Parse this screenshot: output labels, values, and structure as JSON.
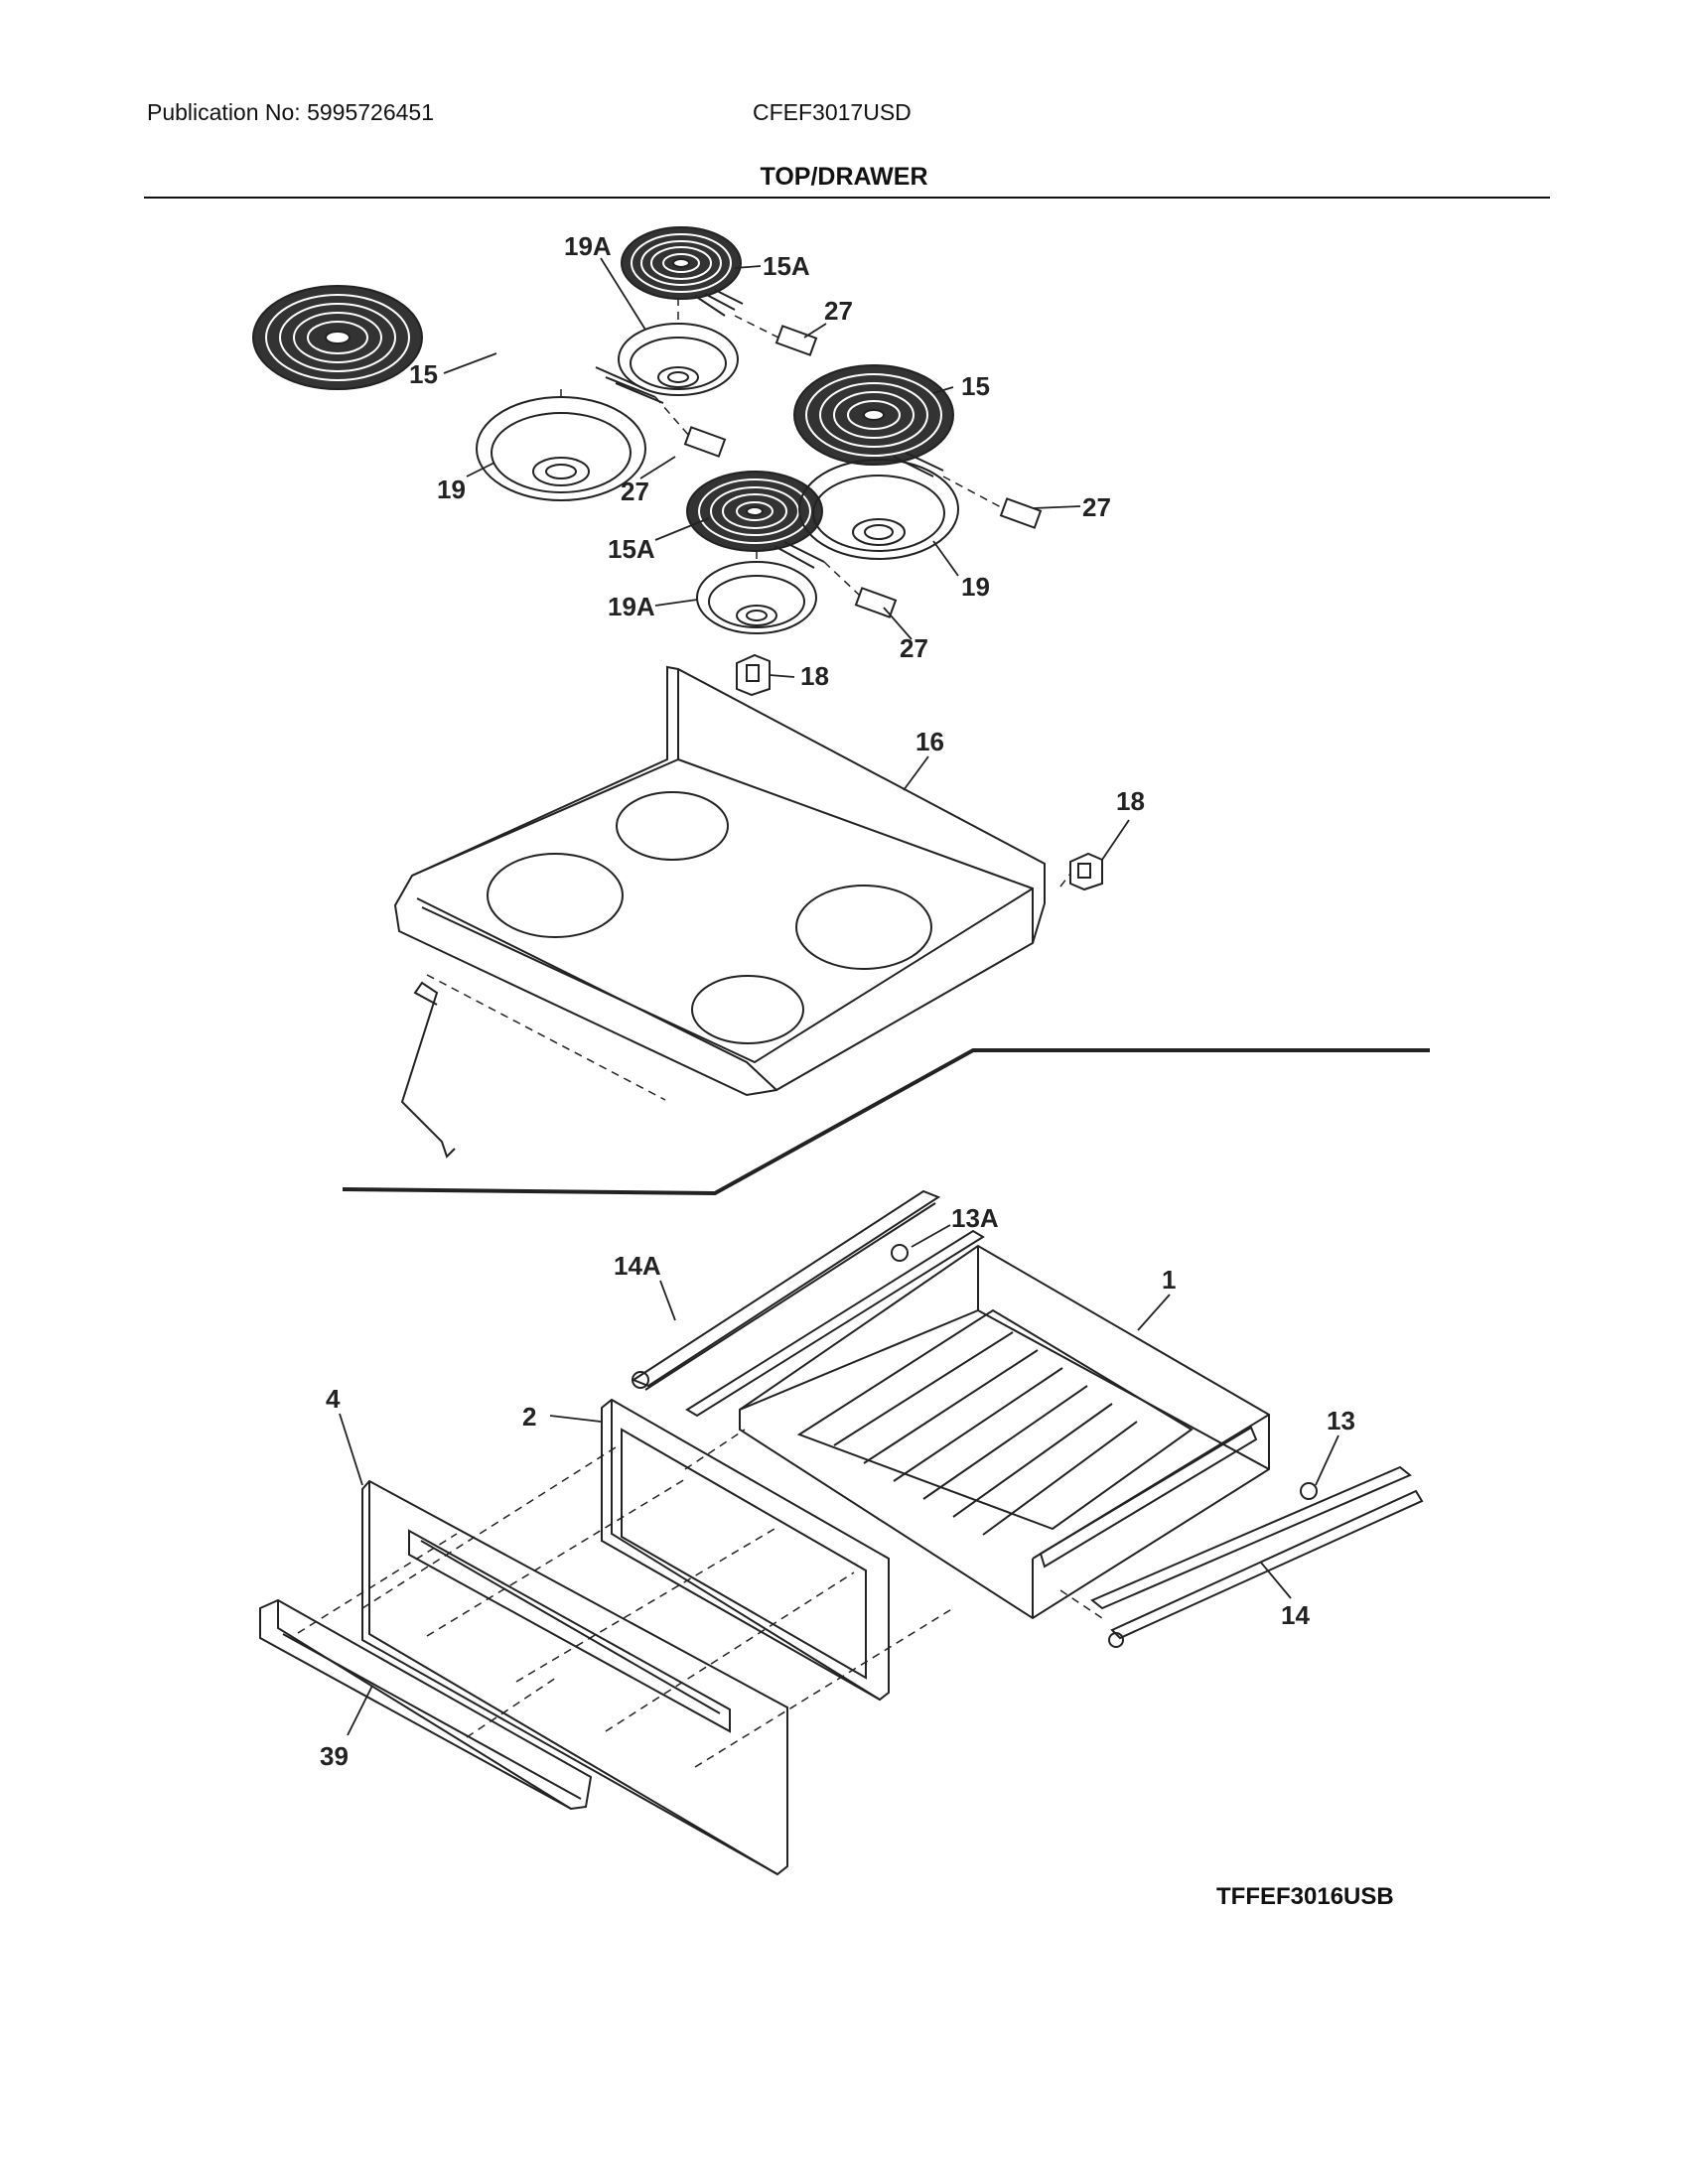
{
  "header": {
    "publication": "Publication No: 5995726451",
    "model": "CFEF3017USD",
    "section_title": "TOP/DRAWER"
  },
  "callouts": {
    "c15A_top": "15A",
    "c19A_top": "19A",
    "c27_a": "27",
    "c15_left": "15",
    "c15_right": "15",
    "c19_left": "19",
    "c27_b": "27",
    "c27_c": "27",
    "c15A_bottom": "15A",
    "c19_right": "19",
    "c19A_bottom": "19A",
    "c27_d": "27",
    "c18_a": "18",
    "c16": "16",
    "c18_b": "18",
    "c13A": "13A",
    "c14A": "14A",
    "c1": "1",
    "c4": "4",
    "c2": "2",
    "c13": "13",
    "c14": "14",
    "c39": "39"
  },
  "footer": {
    "diagram_code": "TFFEF3016USB"
  }
}
